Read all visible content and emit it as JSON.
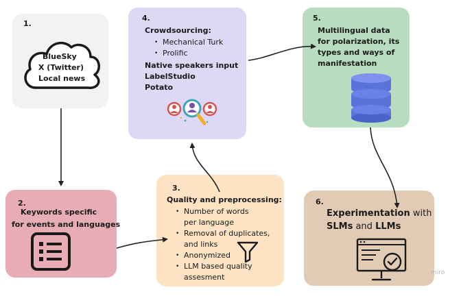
{
  "steps": {
    "s1": {
      "num": "1.",
      "lines": [
        "BlueSky",
        "X (Twitter)",
        "Local news"
      ]
    },
    "s2": {
      "num": "2.",
      "lines": [
        "Keywords specific",
        "for events and languages"
      ]
    },
    "s3": {
      "num": "3.",
      "title": "Quality and preprocessing:",
      "items": [
        "Number of words per language",
        "Removal of duplicates, and links",
        "Anonymized",
        "LLM based quality assesment"
      ]
    },
    "s4": {
      "num": "4.",
      "title": "Crowdsourcing:",
      "subitems": [
        "Mechanical Turk",
        "Prolific"
      ],
      "extra": [
        "Native speakers input",
        "LabelStudio",
        "Potato"
      ]
    },
    "s5": {
      "num": "5.",
      "lines": [
        "Multilingual data",
        "for polarization, its",
        "types and ways of",
        "manifestation"
      ]
    },
    "s6": {
      "num": "6.",
      "line1_bold": "Experimentation",
      "line1_rest": " with",
      "line2_a": "SLMs",
      "line2_and": " and ",
      "line2_b": "LLMs"
    }
  },
  "watermark": "miro",
  "colors": {
    "box1": "#f2f2f2",
    "box2": "#e8adb4",
    "box3": "#fde3c4",
    "box4": "#dcd8f5",
    "box5": "#b8dcc0",
    "box6": "#e2cbb5"
  }
}
